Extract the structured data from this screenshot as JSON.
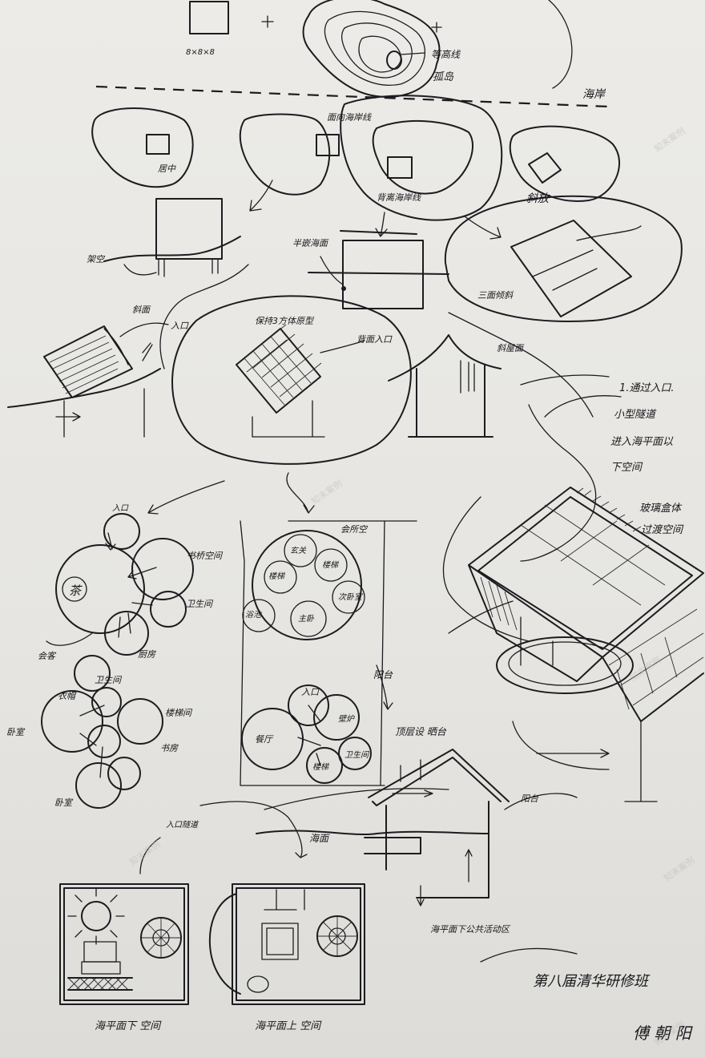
{
  "labels": {
    "cube_dims": "8×8×8",
    "contour_line": "等高线",
    "island": "孤岛",
    "coast": "海岸",
    "center": "居中",
    "face_coast": "面向海岸线",
    "back_coast": "背离海岸线",
    "diagonal": "斜放",
    "float": "架空",
    "half_embed": "半嵌海面",
    "tilt_three": "三面倾斜",
    "slope_face": "斜面",
    "entrance": "入口",
    "keep_frame": "保持3方体原型",
    "back_entrance": "背面入口",
    "pitched_roof": "斜屋面",
    "tunnel_entry": "1.通过入口.",
    "small_tunnel": "小型隧道",
    "enter_below": "进入海平面以",
    "below_space": "下空间",
    "glass_box": "玻璃盒体",
    "transition": "过渡空间",
    "tea": "茶",
    "study": "书桥空间",
    "toilet1": "卫生间",
    "kitchen": "厨房",
    "living": "会客",
    "teaspace": "会所空",
    "r_foyer": "玄关",
    "r_stair": "楼梯",
    "r_bath": "浴池",
    "r_guest": "次卧室",
    "r_master": "主卧",
    "cloakroom": "衣帽",
    "toilet2": "卫生间",
    "stair2": "楼梯间",
    "bedroom1": "卧室",
    "bedroom2": "卧室",
    "storage": "书房",
    "entry2": "入口",
    "dining": "餐厅",
    "stair3": "楼梯",
    "toilet3": "卫生间",
    "fire": "壁炉",
    "terrace": "阳台",
    "roof_sun": "顶层设 晒台",
    "stair_bed": "阳台",
    "sea_level": "海面",
    "public_act": "海平面下公共活动区",
    "entry_tunnel": "入口隧道",
    "plan_below": "海平面下 空间",
    "plan_above": "海平面上 空间",
    "course": "第八届清华研修班",
    "signature": "傅 朝 阳"
  },
  "watermarks": [
    "知末案例",
    "知末案例",
    "知末案例",
    "知末案例",
    "知末案例",
    "知末案例"
  ]
}
